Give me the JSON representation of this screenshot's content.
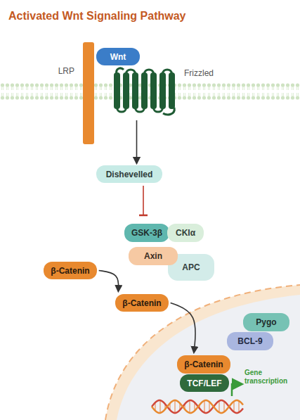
{
  "diagram": {
    "title": "Activated Wnt Signaling Pathway",
    "nodes": [
      {
        "text": [
          "LRP"
        ]
      },
      {
        "text": [
          "Wnt"
        ]
      },
      {
        "text": [
          "Frizzled"
        ]
      },
      {
        "text": [
          "Dishevelled"
        ]
      },
      {
        "text": [
          "GSK-3β"
        ]
      },
      {
        "text": [
          "CKIα"
        ]
      },
      {
        "text": [
          "Axin"
        ]
      },
      {
        "text": [
          "APC"
        ]
      },
      {
        "text": [
          "β-Catenin"
        ]
      },
      {
        "text": [
          "β-Catenin"
        ]
      },
      {
        "text": [
          "Pygo"
        ]
      },
      {
        "text": [
          "BCL-9"
        ]
      },
      {
        "text": [
          "β-Catenin"
        ]
      },
      {
        "text": [
          "TCF/LEF"
        ]
      }
    ],
    "edges": [
      {
        "from": 2,
        "to": 3,
        "arrow": "to"
      },
      {
        "from": 3,
        "to": 4,
        "arrow": "to"
      },
      {
        "from": 8,
        "to": 9,
        "arrow": "to"
      },
      {
        "from": 9,
        "to": 12,
        "arrow": "to"
      }
    ],
    "labels": [
      "Gene transcription"
    ]
  }
}
